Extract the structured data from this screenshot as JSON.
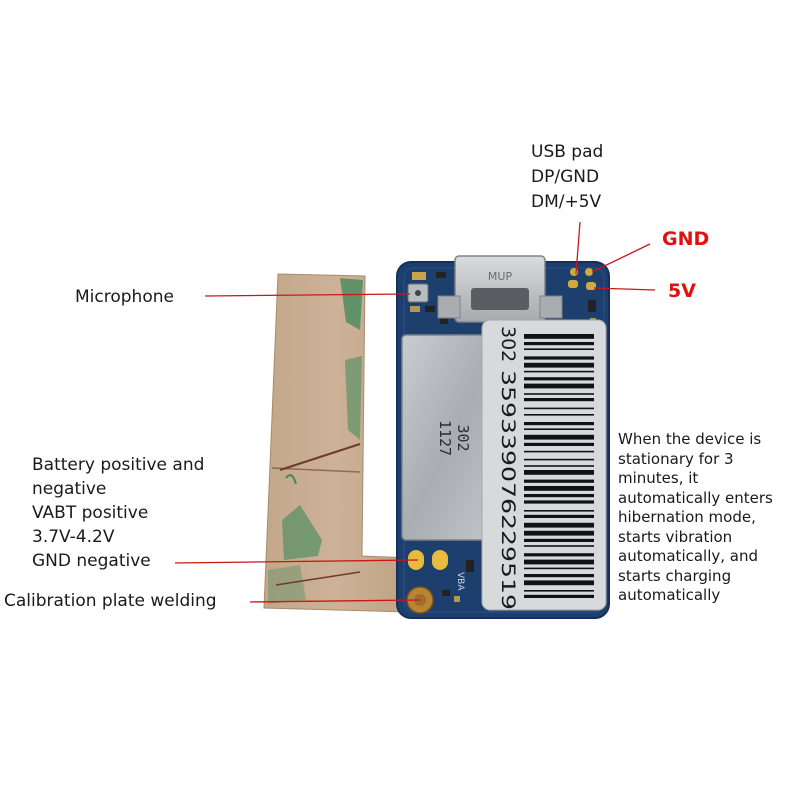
{
  "labels": {
    "usb_pad": [
      "USB pad",
      "DP/GND",
      "DM/+5V"
    ],
    "gnd": "GND",
    "five_v": "5V",
    "microphone": "Microphone",
    "battery": [
      "Battery positive and",
      "negative",
      "VABT positive",
      "3.7V-4.2V",
      "GND negative"
    ],
    "calibration": "Calibration plate welding"
  },
  "note_lines": [
    "When the device is",
    "stationary for 3",
    "minutes, it",
    "automatically enters",
    "hibernation mode,",
    "starts vibration",
    "automatically, and",
    "starts charging",
    "automatically"
  ],
  "sticker": {
    "code_prefix": "302",
    "imei": "359339076229519"
  },
  "module_text": {
    "line1": "302",
    "line2": "1127"
  },
  "port_text": "MUP",
  "silk_text": "VBA",
  "colors": {
    "accent_red": "#e01010",
    "pointer_red": "#c81818",
    "pcb_blue": "#1d3f6e",
    "tape_tan": "#c8ad92",
    "tape_green": "#3f8a5a"
  }
}
